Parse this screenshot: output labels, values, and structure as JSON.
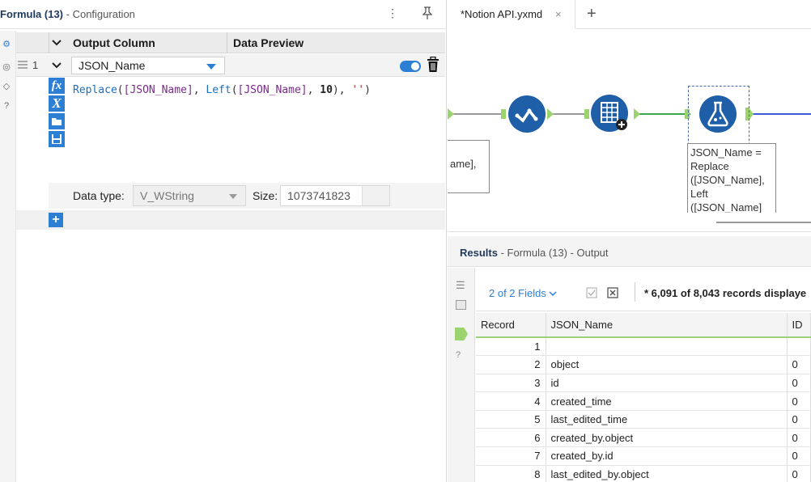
{
  "config": {
    "title": "Formula (13)",
    "subtitle": "- Configuration",
    "menu_icon": "⋮",
    "pin_icon": "pin-icon",
    "columns": {
      "output": "Output Column",
      "preview": "Data Preview"
    },
    "row_number": "1",
    "selected_column": "JSON_Name",
    "expression": {
      "fn1": "Replace",
      "arg1": "[JSON_Name]",
      "fn2": "Left",
      "arg2": "[JSON_Name]",
      "num": "10",
      "str": "''"
    },
    "datatype_label": "Data type:",
    "datatype_value": "V_WString",
    "size_label": "Size:",
    "size_value": "1073741823",
    "add_label": "+"
  },
  "tabs": {
    "active": "*Notion API.yxmd",
    "close": "×",
    "add": "+"
  },
  "canvas": {
    "left_annotation": "ame],",
    "formula_annotation": [
      "JSON_Name =",
      "Replace",
      "([JSON_Name],",
      "Left",
      "([JSON_Name]"
    ]
  },
  "results": {
    "title": "Results",
    "subtitle": "- Formula (13) - Output",
    "fields": "2 of 2 Fields",
    "records_info": "* 6,091 of 8,043 records displaye",
    "columns": [
      "Record",
      "JSON_Name",
      "ID"
    ],
    "rows": [
      [
        "1",
        "",
        ""
      ],
      [
        "2",
        "object",
        "0"
      ],
      [
        "3",
        "id",
        "0"
      ],
      [
        "4",
        "created_time",
        "0"
      ],
      [
        "5",
        "last_edited_time",
        "0"
      ],
      [
        "6",
        "created_by.object",
        "0"
      ],
      [
        "7",
        "created_by.id",
        "0"
      ],
      [
        "8",
        "last_edited_by.object",
        "0"
      ]
    ]
  },
  "colors": {
    "accent": "#2d7fd3",
    "connection_green": "#7ec857",
    "connection_blue": "#3b5bdb",
    "tool_dark_blue": "#1f5fa8"
  }
}
